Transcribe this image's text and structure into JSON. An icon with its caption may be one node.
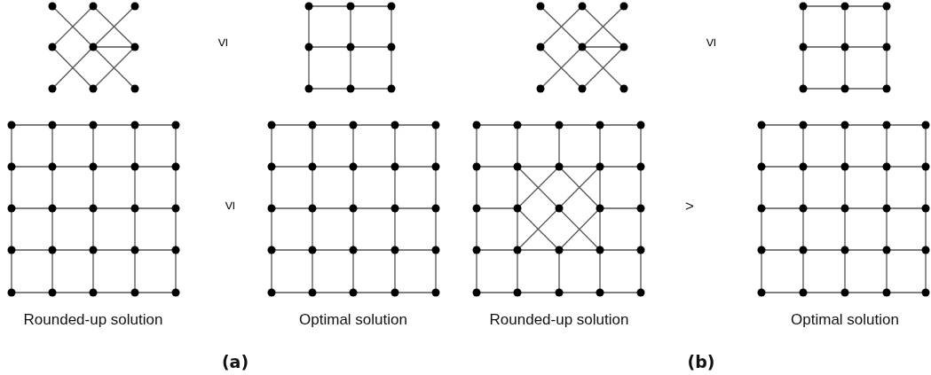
{
  "diagram": {
    "labels": [
      "≤",
      "≤",
      "≤",
      ">",
      "Rounded-up solution",
      "Optimal solution",
      "Rounded-up solution",
      "Optimal solution",
      "(a)",
      "(b)"
    ]
  }
}
